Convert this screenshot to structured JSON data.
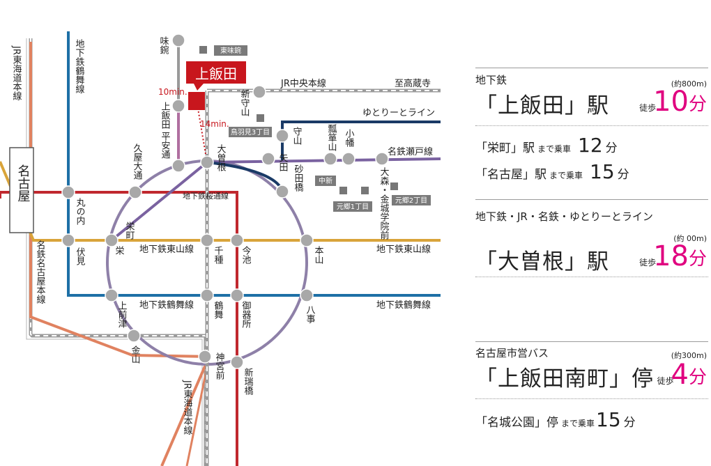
{
  "map": {
    "lines": {
      "jr_tokaido_left": "JR東海道本線",
      "tsurumai_left": "地下鉄鶴舞線",
      "meitetsu_nagoya_honsen": "名鉄名古屋本線",
      "sakuradori": "地下鉄桜通線",
      "higashiyama_left": "地下鉄東山線",
      "higashiyama_right": "地下鉄東山線",
      "tsurumai_mid": "地下鉄鶴舞線",
      "tsurumai_right": "地下鉄鶴舞線",
      "jr_chuo": "JR中央本線",
      "to_kozoji": "至高蔵寺",
      "yutorito": "ゆとりーとライン",
      "meitetsu_seto": "名鉄瀬戸線",
      "jr_tokaido_bottom": "JR東海道本線"
    },
    "stations": {
      "ajima": "味鋺",
      "higashi_ajima": "東味鋺",
      "kamiiida": "上飯田",
      "heian_dori": "上飯田 平安通",
      "shin_moriyama": "新守山",
      "toba_mi": "鳥羽見3丁目",
      "moriyama": "守山",
      "hyotanyama": "瓢箪山",
      "obata": "小幡",
      "ozone": "大曽根",
      "yada": "矢田",
      "sunada_bashi": "砂田橋",
      "omori": "大森・金城学院前",
      "naka_shin": "中新",
      "motogo1": "元郷1丁目",
      "motogo2": "元郷2丁目",
      "kuya_odori": "久屋大通",
      "nagoya": "名古屋",
      "marunouchi": "丸の内",
      "fushimi": "伏見",
      "sakae_machi": "栄町",
      "sakae": "栄",
      "chikusa": "千種",
      "imaike": "今池",
      "motoyama": "本山",
      "kamimaezu": "上前津",
      "tsurumai": "鶴舞",
      "gokiso": "御器所",
      "yagoto": "八事",
      "kanayama": "金山",
      "jingu_mae": "神宮前",
      "shin_mizuho_bashi": "新瑞橋"
    },
    "target_label": "上飯田",
    "time_10": "10min.",
    "time_14": "14min."
  },
  "panel": {
    "s1": {
      "cat": "地下鉄",
      "station": "「上飯田」駅",
      "dist": "(約800m)",
      "walk_kanji": "徒歩",
      "walk_num": "10",
      "walk_unit": "分"
    },
    "r1": {
      "station": "「栄町」駅",
      "mid": "まで乗車",
      "num": "12",
      "unit": "分"
    },
    "r2": {
      "station": "「名古屋」駅",
      "mid": "まで乗車",
      "num": "15",
      "unit": "分"
    },
    "s2": {
      "cat": "地下鉄・JR・名鉄・ゆとりーとライン",
      "station": "「大曽根」駅",
      "dist": "(約 00m)",
      "walk_kanji": "徒歩",
      "walk_num": "18",
      "walk_unit": "分"
    },
    "s3": {
      "cat": "名古屋市営バス",
      "station": "「上飯田南町」停",
      "dist": "(約300m)",
      "walk_kanji": "徒歩",
      "walk_num": "4",
      "walk_unit": "分"
    },
    "r3": {
      "station": "「名城公園」停",
      "mid": "まで乗車",
      "num": "15",
      "unit": "分"
    }
  },
  "colors": {
    "tsurumai": "#1e70a6",
    "sakuradori": "#c0282e",
    "higashiyama": "#d9a43a",
    "meijo": "#8e80a8",
    "seto": "#7a62a0",
    "kamiiida_line": "#b06fa0",
    "yutorito": "#1a3a66",
    "jr": "#9a9a9a",
    "meitetsu": "#e08260",
    "accent_pink": "#e0007f",
    "target_red": "#c8161d"
  }
}
